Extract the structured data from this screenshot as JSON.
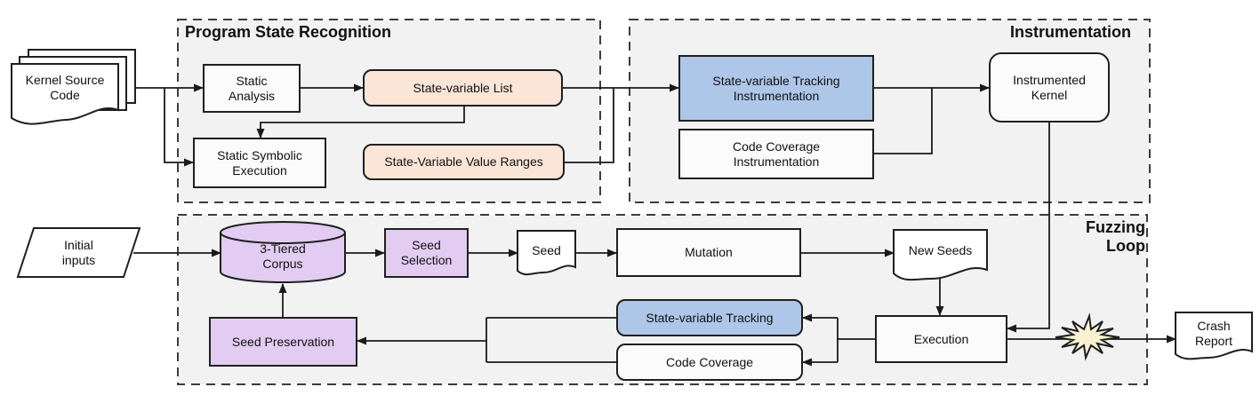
{
  "sections": {
    "program_state_recognition": {
      "title": "Program State Recognition"
    },
    "instrumentation": {
      "title": "Instrumentation"
    },
    "fuzzing_loop": {
      "title": "Fuzzing\nLoop"
    }
  },
  "nodes": {
    "kernel_source": "Kernel Source\nCode",
    "static_analysis": "Static\nAnalysis",
    "sv_list": "State-variable List",
    "static_symbolic": "Static Symbolic\nExecution",
    "sv_ranges": "State-Variable Value Ranges",
    "svt_instrumentation": "State-variable Tracking\nInstrumentation",
    "cc_instrumentation": "Code Coverage\nInstrumentation",
    "instrumented_kernel": "Instrumented\nKernel",
    "initial_inputs": "Initial\ninputs",
    "corpus": "3-Tiered\nCorpus",
    "seed_selection": "Seed\nSelection",
    "seed": "Seed",
    "mutation": "Mutation",
    "new_seeds": "New Seeds",
    "execution": "Execution",
    "svt": "State-variable Tracking",
    "code_coverage": "Code Coverage",
    "seed_preservation": "Seed Preservation",
    "crash_report": "Crash\nReport"
  },
  "colors": {
    "section_fill": "#F2F2F2",
    "box_fill": "#FBFBFB",
    "peach_fill": "#FBE5D6",
    "blue_fill": "#AEC6E8",
    "purple_fill": "#E2CCF2",
    "star_fill": "#FAF1D2",
    "line": "#1A1A1A"
  }
}
